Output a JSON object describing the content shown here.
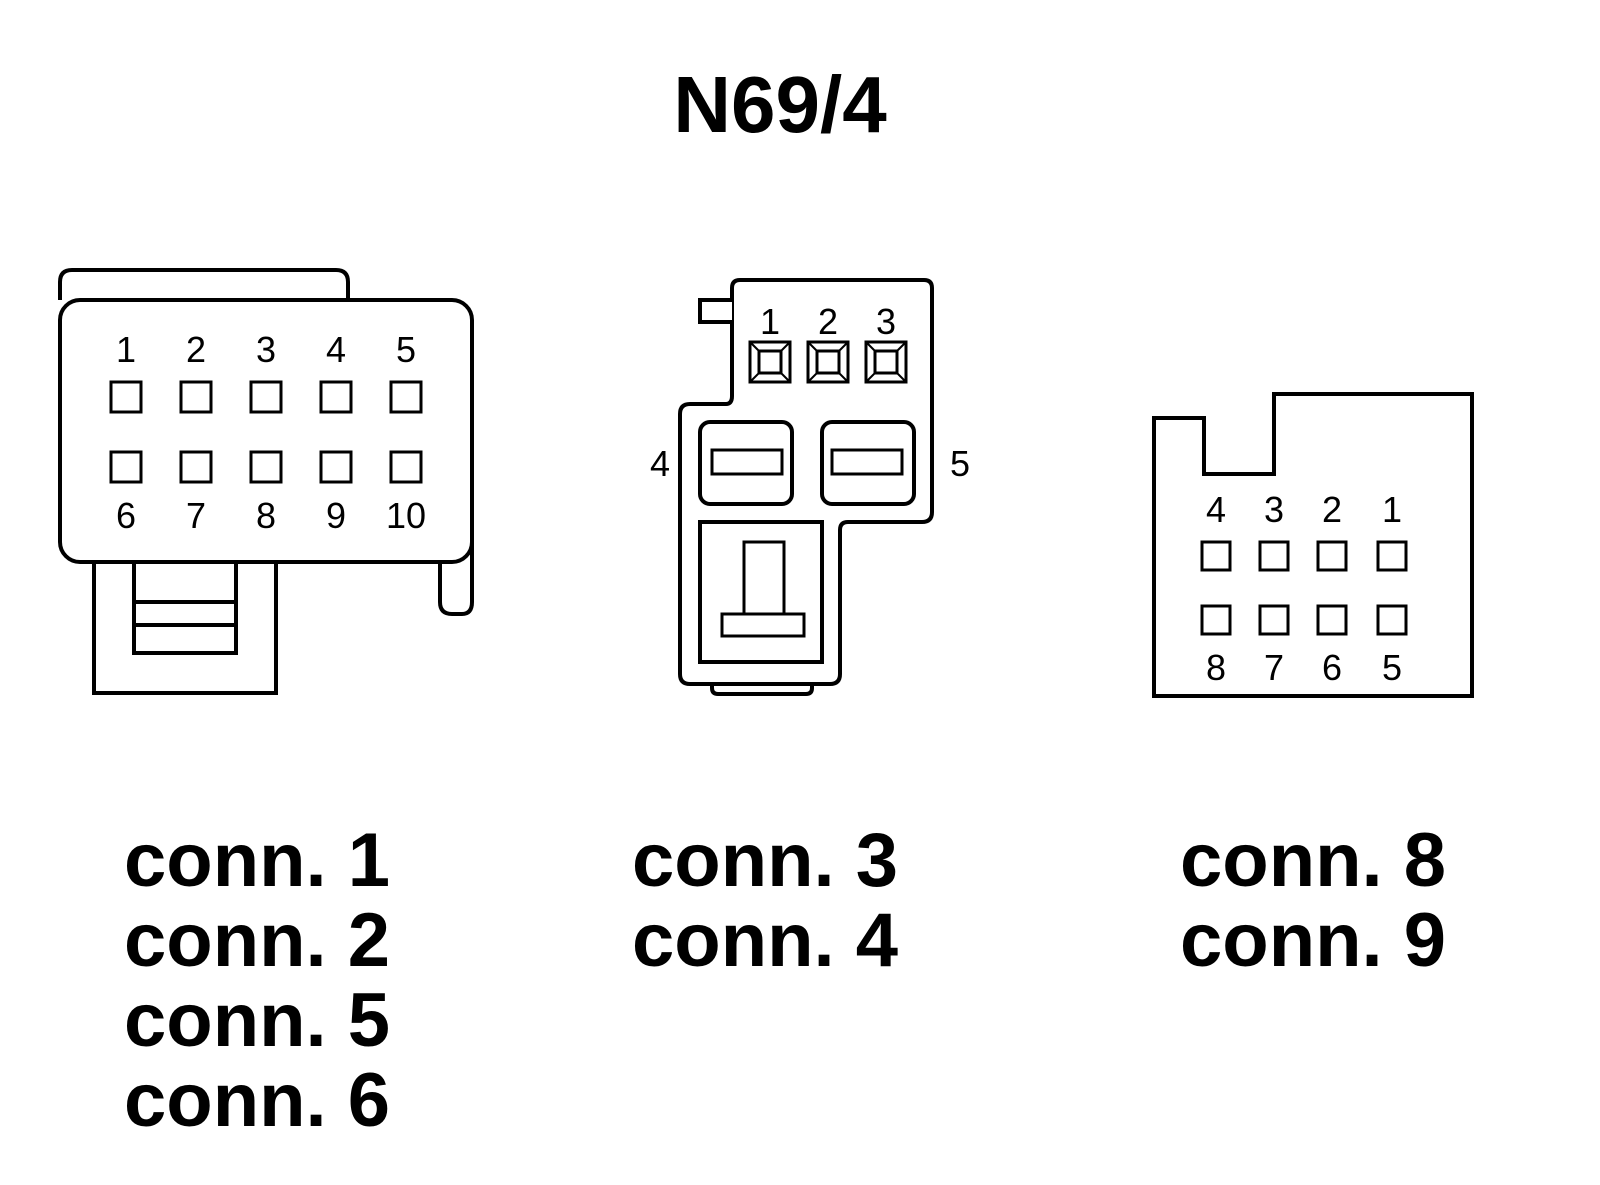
{
  "title": "N69/4",
  "connectors": [
    {
      "pins_top": [
        "1",
        "2",
        "3",
        "4",
        "5"
      ],
      "pins_bottom": [
        "6",
        "7",
        "8",
        "9",
        "10"
      ],
      "labels": [
        "conn. 1",
        "conn. 2",
        "conn. 5",
        "conn. 6"
      ]
    },
    {
      "pins_top": [
        "1",
        "2",
        "3"
      ],
      "pin_left": "4",
      "pin_right": "5",
      "labels": [
        "conn. 3",
        "conn. 4"
      ]
    },
    {
      "pins_top": [
        "4",
        "3",
        "2",
        "1"
      ],
      "pins_bottom": [
        "8",
        "7",
        "6",
        "5"
      ],
      "labels": [
        "conn. 8",
        "conn. 9"
      ]
    }
  ]
}
